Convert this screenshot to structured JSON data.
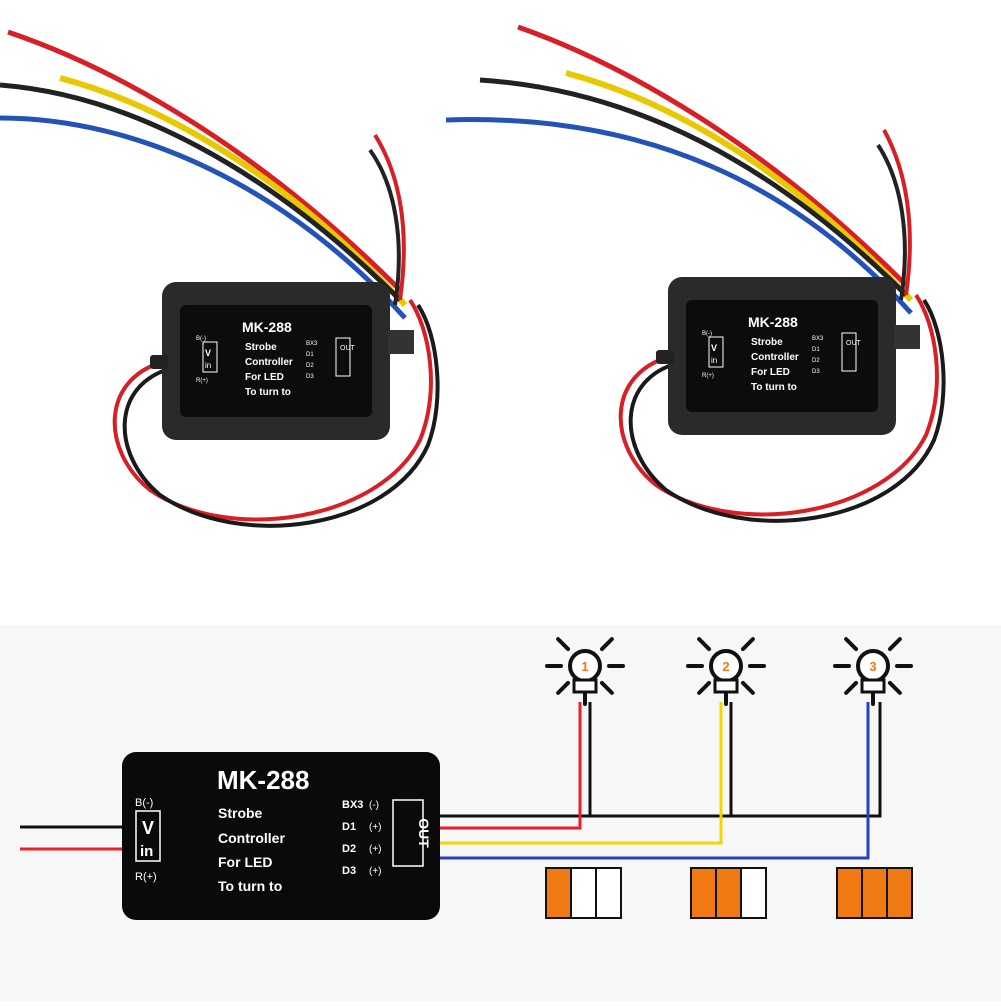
{
  "device": {
    "model": "MK-288",
    "line1": "Strobe",
    "line2": "Controller",
    "line3": "For LED",
    "line4": "To turn to",
    "in_top": "B(-)",
    "in_v": "V",
    "in_in": "in",
    "in_bottom": "R(+)",
    "out_bx3": "BX3",
    "out_d1": "D1",
    "out_d2": "D2",
    "out_d3": "D3",
    "out_minus": "(-)",
    "out_plus": "(+)",
    "out_label": "OUT"
  },
  "lamps": {
    "n1": "1",
    "n2": "2",
    "n3": "3"
  },
  "colors": {
    "wire_red": "#e8202a",
    "wire_yellow": "#f5d400",
    "wire_blue": "#2a3fbd",
    "wire_black": "#111111",
    "lamp_fill": "#f07a12",
    "box_black": "#0a0a0a"
  },
  "sequence_levels": [
    1,
    2,
    3
  ]
}
